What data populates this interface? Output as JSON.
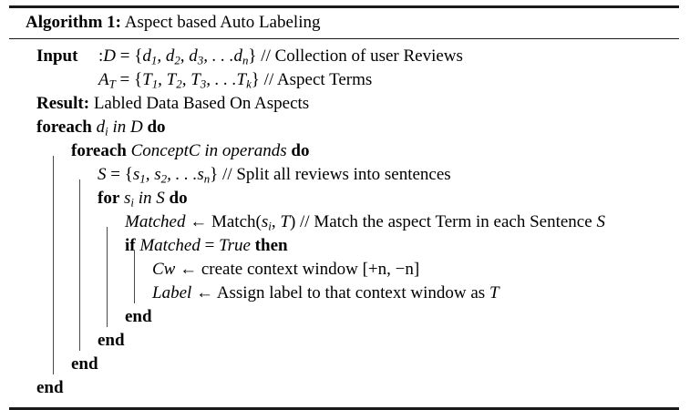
{
  "algorithm": {
    "label": "Algorithm 1:",
    "title": "Aspect based Auto Labeling",
    "input_label": "Input",
    "result_label": "Result:",
    "result_text": "Labled Data Based On Aspects",
    "lines": {
      "input_d_prefix": ":",
      "input_d_var": "D",
      "input_d_eq": " = ",
      "input_d_set_open": "{",
      "input_d_items": "d1, d2, d3, . . .dn",
      "input_d_set_close": "}",
      "input_d_comment": "// Collection of user Reviews",
      "input_a_var": "A",
      "input_a_sub": "T",
      "input_a_eq": " = ",
      "input_a_items": "T1, T2, T3, . . .Tk",
      "input_a_comment": "// Aspect Terms",
      "foreach1_kw": "foreach",
      "foreach1_var": "di",
      "foreach1_in": "in",
      "foreach1_coll": "D",
      "foreach1_do": "do",
      "foreach2_kw": "foreach",
      "foreach2_var": "ConceptC",
      "foreach2_in": "in",
      "foreach2_coll": "operands",
      "foreach2_do": "do",
      "s_assign_var": "S",
      "s_assign_eq": " = ",
      "s_assign_items": "s1, s2, . . .sn",
      "s_assign_comment": "// Split all reviews into sentences",
      "for_kw": "for",
      "for_var": "si",
      "for_in": "in",
      "for_coll": "S",
      "for_do": "do",
      "matched_var": "Matched",
      "matched_arrow": "←",
      "matched_fn": "Match(",
      "matched_arg1": "si",
      "matched_arg2": "T",
      "matched_close": ")",
      "matched_comment": "// Match the aspect Term in each Sentence",
      "matched_comment_var": "S",
      "if_kw": "if",
      "if_var": "Matched",
      "if_eq": " = ",
      "if_val": "True",
      "if_then": "then",
      "cw_var": "Cw",
      "cw_arrow": "←",
      "cw_text": "create context window",
      "cw_window": "[+n, −n]",
      "label_var": "Label",
      "label_arrow": "←",
      "label_text": "Assign label to that context window as",
      "label_tvar": "T",
      "end_kw": "end"
    }
  }
}
